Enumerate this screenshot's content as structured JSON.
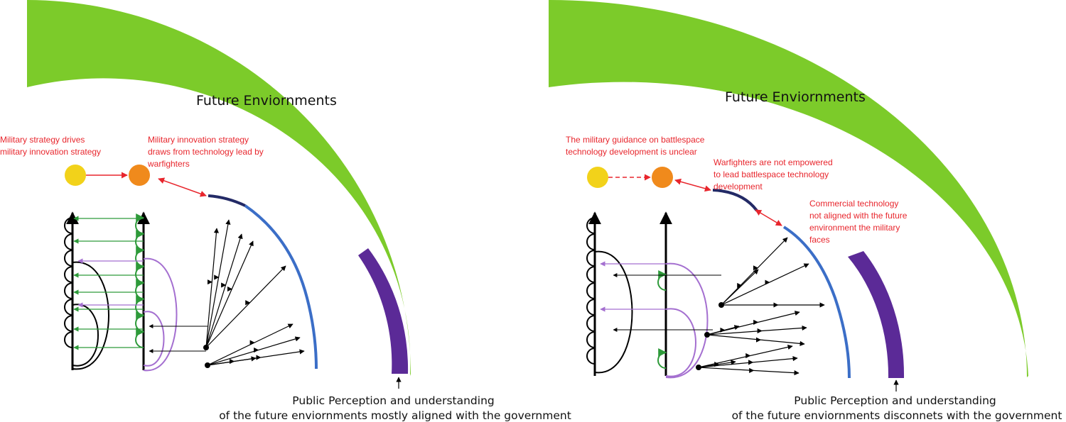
{
  "colors": {
    "green": "#7ccb2a",
    "purple_band": "#5b2a97",
    "blue_arc": "#3b6ec7",
    "navy_arc": "#232a66",
    "yellow_node": "#f2d21a",
    "orange_node": "#f08a1c",
    "red": "#e8262d",
    "loop_green": "#2e9a3a",
    "loop_purple": "#a46fd0",
    "black": "#000000"
  },
  "panels": [
    {
      "id": "aligned",
      "band_title": "Future Enviornments",
      "labels": [
        [
          "Military strategy drives",
          "military innovation strategy"
        ],
        [
          "Military innovation strategy",
          "draws from technology lead by",
          "warfighters"
        ]
      ],
      "caption": [
        "Public Perception and understanding",
        "of the future enviornments mostly aligned with the government"
      ]
    },
    {
      "id": "disconnected",
      "band_title": "Future Enviornments",
      "labels": [
        [
          "The military guidance on battlespace",
          "technology development is unclear"
        ],
        [
          "Warfighters are not empowered",
          "to lead battlespace technology",
          "development"
        ],
        [
          "Commercial technology",
          "not aligned with the future",
          "environment the military",
          "faces"
        ]
      ],
      "caption": [
        "Public Perception and understanding",
        "of the future enviornments disconnets with the government"
      ]
    }
  ]
}
